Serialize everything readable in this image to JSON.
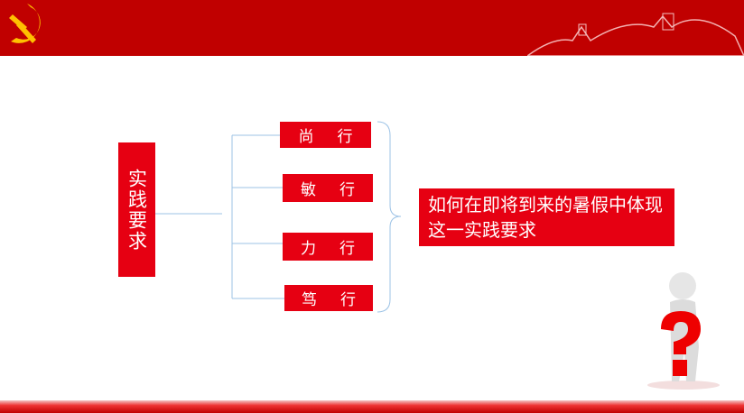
{
  "slide": {
    "root_label": "实践要求",
    "items": [
      {
        "char": "尚",
        "suffix": "行"
      },
      {
        "char": "敏",
        "suffix": "行"
      },
      {
        "char": "力",
        "suffix": "行"
      },
      {
        "char": "笃",
        "suffix": "行"
      }
    ],
    "question": "如何在即将到来的暑假中体现这一实践要求"
  },
  "colors": {
    "header": "#c00000",
    "box": "#e60012",
    "line": "#9dc3e6"
  }
}
